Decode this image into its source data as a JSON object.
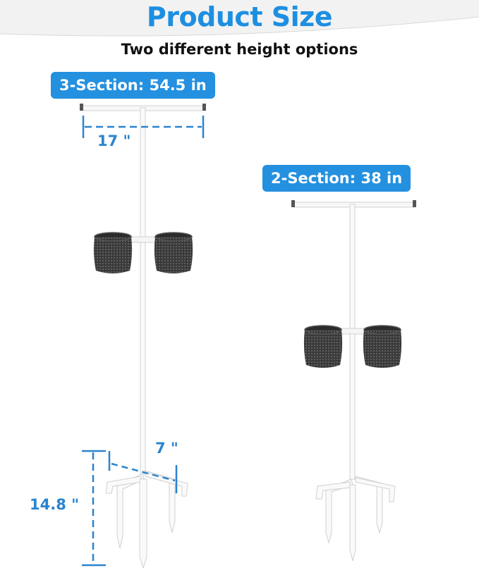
{
  "title": "Product Size",
  "subtitle": "Two different height options",
  "badges": {
    "three_section": "3-Section: 54.5 in",
    "two_section": "2-Section: 38 in"
  },
  "dimensions": {
    "width_arm": "17 \"",
    "base_spread": "7 \"",
    "stake_height": "14.8 \""
  },
  "colors": {
    "accent": "#2490e0",
    "title": "#1d8fe1",
    "dimension": "#2a84cf"
  }
}
